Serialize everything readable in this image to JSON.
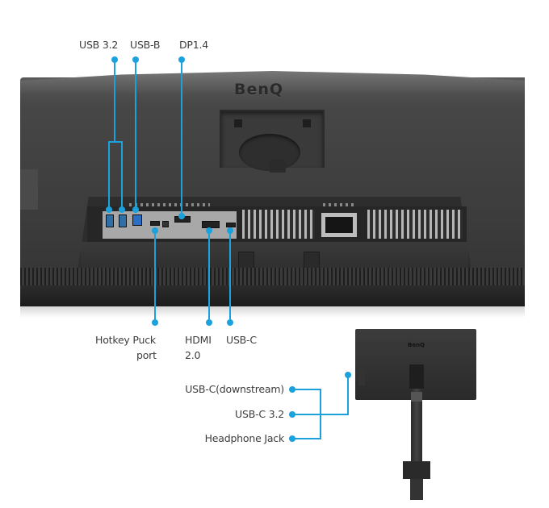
{
  "brand": {
    "logo_text": "BenQ",
    "small_logo_text": "BenQ"
  },
  "colors": {
    "accent": "#1ba1dc",
    "label_text": "#3d3d3d",
    "monitor_body": "#3c3c3c",
    "background": "#ffffff"
  },
  "top_labels": [
    {
      "id": "usb-3-2",
      "label": "USB 3.2"
    },
    {
      "id": "usb-b",
      "label": "USB-B"
    },
    {
      "id": "dp-1-4",
      "label": "DP1.4"
    }
  ],
  "bottom_labels": [
    {
      "id": "hotkey-puck-port",
      "line1": "Hotkey Puck",
      "line2": "port"
    },
    {
      "id": "hdmi-2-0",
      "line1": "HDMI",
      "line2": "2.0"
    },
    {
      "id": "usb-c",
      "line1": "USB-C",
      "line2": ""
    }
  ],
  "side_labels": [
    {
      "id": "usb-c-downstream",
      "label": "USB-C(downstream)"
    },
    {
      "id": "usb-c-3-2",
      "label": "USB-C 3.2"
    },
    {
      "id": "headphone-jack",
      "label": "Headphone Jack"
    }
  ],
  "icons": {
    "callout_dot": "callout-dot-icon"
  }
}
